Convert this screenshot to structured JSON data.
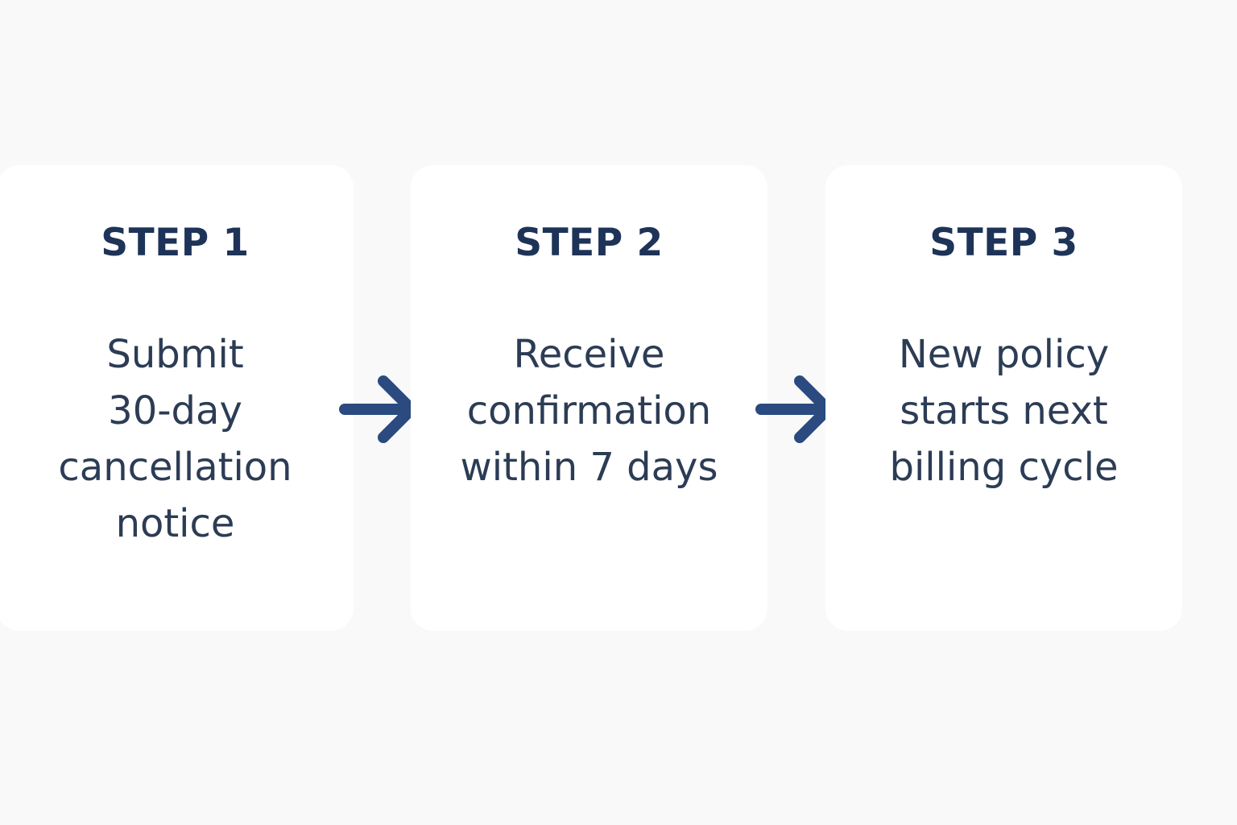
{
  "colors": {
    "background": "#f9f9f9",
    "card": "#ffffff",
    "title_text": "#1e3358",
    "body_text": "#2c3c55",
    "arrow": "#2a4a80"
  },
  "steps": [
    {
      "title": "STEP 1",
      "lines": [
        "Submit",
        "30-day",
        "cancellation",
        "notice"
      ]
    },
    {
      "title": "STEP 2",
      "lines": [
        "Receive",
        "confirmation",
        "within 7 days"
      ]
    },
    {
      "title": "STEP 3",
      "lines": [
        "New policy",
        "starts next",
        "billing cycle"
      ]
    }
  ],
  "connectors": [
    {
      "icon": "arrow-right-icon",
      "from": "STEP 1",
      "to": "STEP 2"
    },
    {
      "icon": "arrow-right-icon",
      "from": "STEP 2",
      "to": "STEP 3"
    }
  ]
}
